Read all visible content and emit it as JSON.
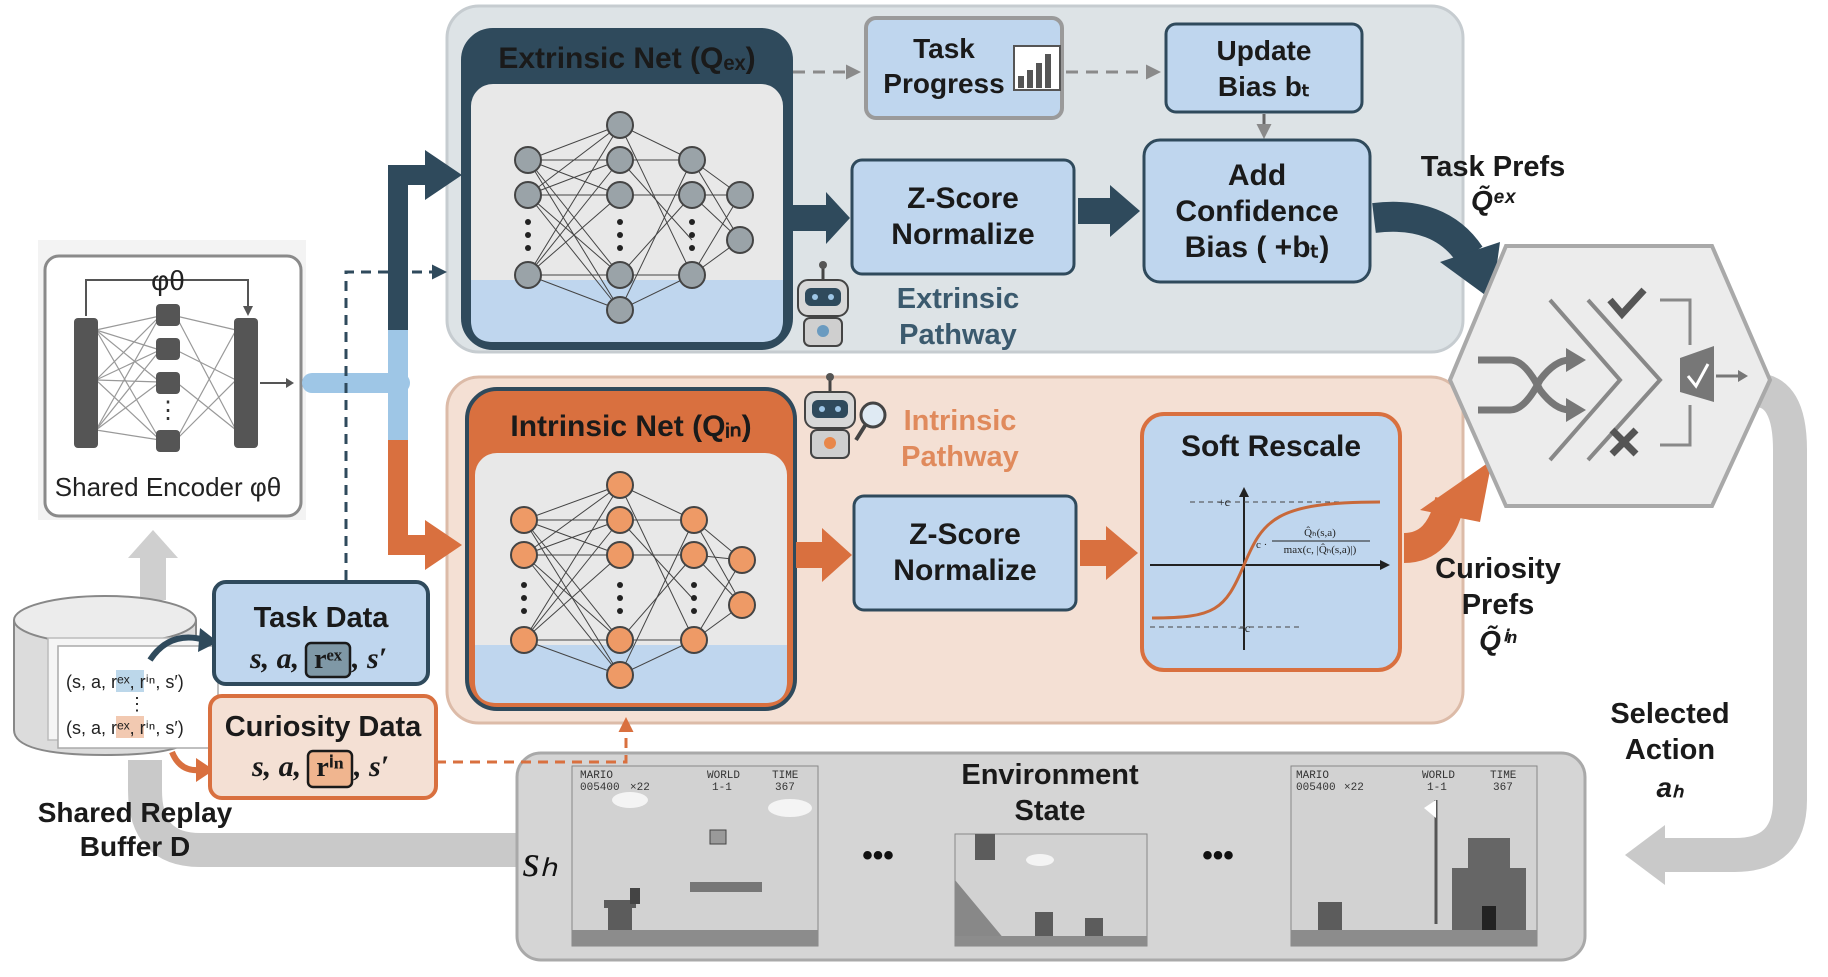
{
  "encoder": {
    "phi_top": "φθ",
    "label": "Shared Encoder φθ"
  },
  "replay": {
    "row1": "(s, a, rᵉˣ, rⁱⁿ, s′)",
    "dots": "⋮",
    "row2": "(s, a, rᵉˣ, rⁱⁿ, s′)",
    "label_line1": "Shared Replay",
    "label_line2": "Buffer D"
  },
  "task_data": {
    "title": "Task Data",
    "tuple_pre": "s, a,",
    "tuple_r": "rᵉˣ",
    "tuple_post": ", s′"
  },
  "curiosity_data": {
    "title": "Curiosity Data",
    "tuple_pre": "s, a,",
    "tuple_r": "rⁱⁿ",
    "tuple_post": ", s′"
  },
  "extrinsic": {
    "net_title": "Extrinsic Net (Qₑₓ)",
    "task_progress_line1": "Task",
    "task_progress_line2": "Progress",
    "update_bias_line1": "Update",
    "update_bias_line2": "Bias bₜ",
    "zscore_line1": "Z-Score",
    "zscore_line2": "Normalize",
    "conf_line1": "Add",
    "conf_line2": "Confidence",
    "conf_line3": "Bias ( +bₜ)",
    "pathway_line1": "Extrinsic",
    "pathway_line2": "Pathway",
    "prefs_line1": "Task Prefs",
    "prefs_line2": "Q̃ᵉˣ"
  },
  "intrinsic": {
    "net_title": "Intrinsic Net (Qᵢₙ)",
    "zscore_line1": "Z-Score",
    "zscore_line2": "Normalize",
    "soft_title": "Soft Rescale",
    "soft_formula_num": "Q̂ₕ(s,a)",
    "soft_formula_den": "max(c, |Q̂ₕ(s,a)|)",
    "soft_c": "c ·",
    "soft_plus_c": "+c",
    "soft_minus_c": "−c",
    "pathway_line1": "Intrinsic",
    "pathway_line2": "Pathway",
    "prefs_line1": "Curiosity",
    "prefs_line2": "Prefs",
    "prefs_line3": "Q̃ⁱⁿ"
  },
  "action": {
    "line1": "Selected",
    "line2": "Action",
    "line3": "aₕ"
  },
  "environment": {
    "title_line1": "Environment",
    "title_line2": "State",
    "state_label": "sₕ",
    "ellipsis": "•••",
    "hud_mario": "MARIO",
    "hud_score": "005400",
    "hud_coins": "×22",
    "hud_world": "WORLD",
    "hud_level": "1-1",
    "hud_time": "TIME",
    "hud_time_val": "367"
  },
  "colors": {
    "ext_dark": "#2f4a5c",
    "ext_light": "#bfd6ee",
    "int_orange": "#d9703f",
    "int_bg": "#f4e0d4",
    "ext_bg": "#dde3e6",
    "gray_arrow": "#c8c8c8"
  }
}
